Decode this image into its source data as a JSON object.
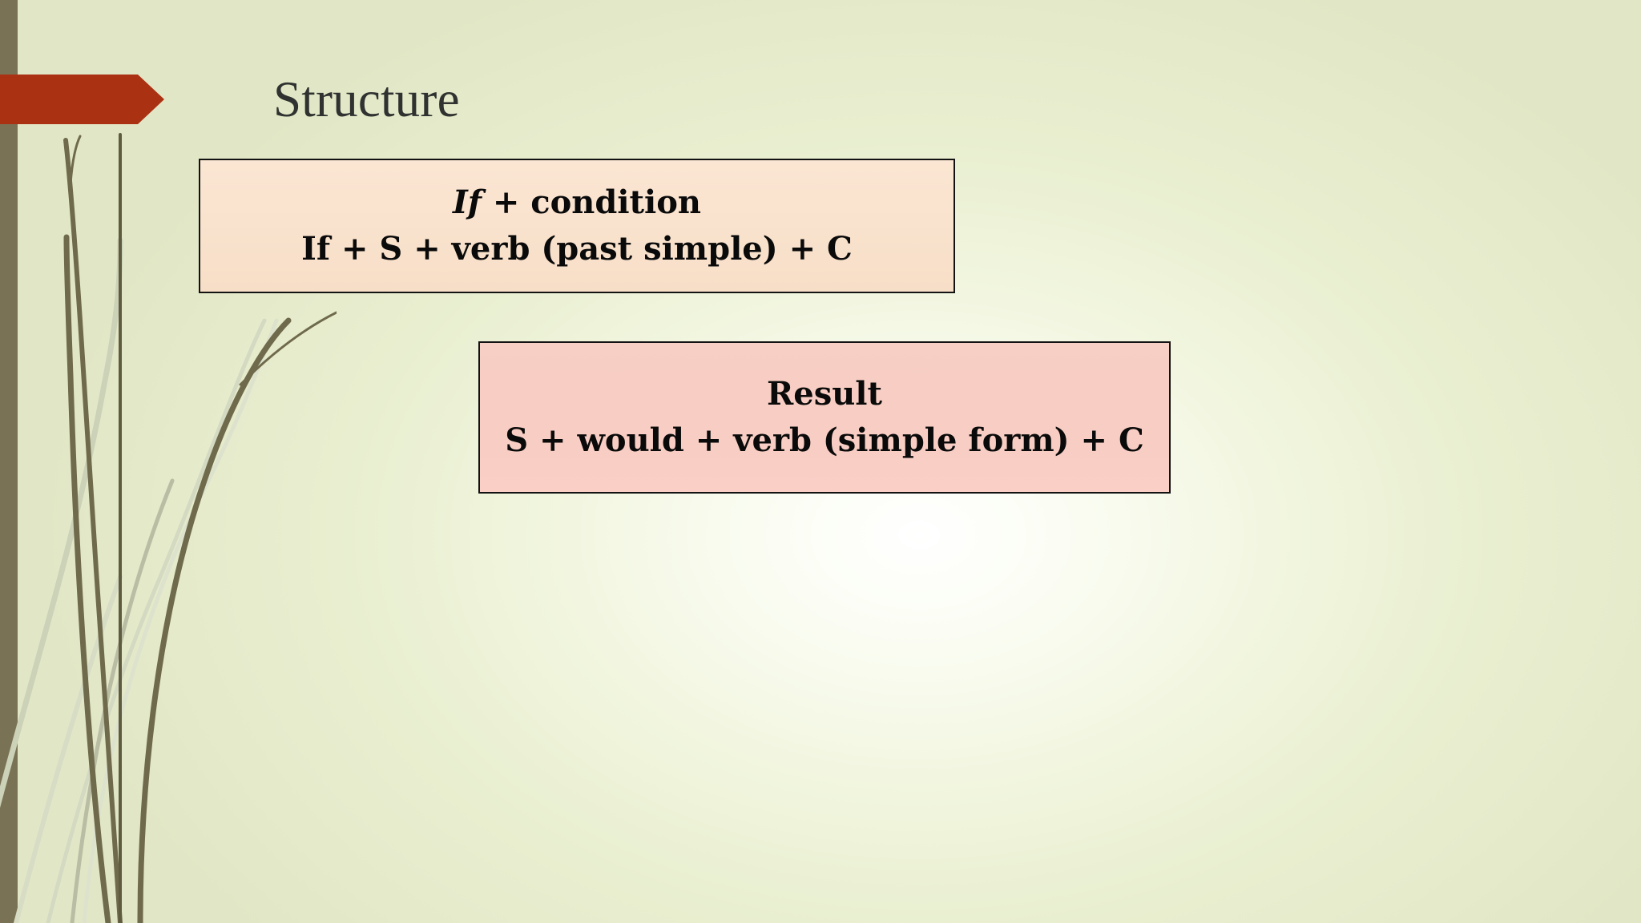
{
  "slide": {
    "title": "Structure",
    "background_color": "#e4e9ce",
    "accent_bar_color": "#7a7254",
    "banner_color": "#ab3113"
  },
  "boxes": [
    {
      "id": "condition-box",
      "fill_color": "#f9e2cd",
      "border_color": "#121212",
      "line_1_emphasis": "If",
      "line_1_rest": " + condition",
      "line_1_full": "If + condition",
      "line_2": "If + S + verb (past simple) + C"
    },
    {
      "id": "result-box",
      "fill_color": "#f8cec4",
      "border_color": "#121212",
      "line_1": "Result",
      "line_2": "S + would + verb (simple form) + C"
    }
  ],
  "decoration": {
    "grass_dark_color": "#6f6a4c",
    "grass_light_color": "#d7dcc4",
    "grass_mid_color": "#b9bda4"
  }
}
